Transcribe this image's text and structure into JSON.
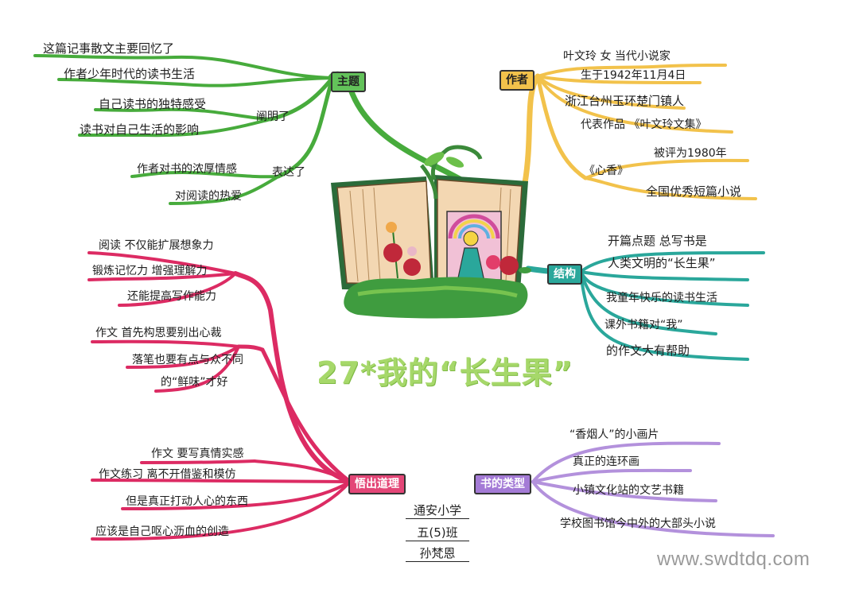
{
  "title": "27*我的“长生果”",
  "colors": {
    "theme_branch": "#47ab3c",
    "author_branch": "#f2c24b",
    "structure_branch": "#2aa79b",
    "lesson_branch": "#dc2b63",
    "booktype_branch": "#b391dc",
    "title_color": "#a6d86a"
  },
  "hubs": {
    "theme": "主题",
    "author": "作者",
    "structure": "结构",
    "lesson": "悟出道理",
    "book_types": "书的类型"
  },
  "theme": {
    "items": [
      "这篇记事散文主要回忆了",
      "作者少年时代的读书生活"
    ],
    "clarified_label": "阐明了",
    "clarified": [
      "自己读书的独特感受",
      "读书对自己生活的影响"
    ],
    "expressed_label": "表达了",
    "expressed": [
      "作者对书的浓厚情感",
      "对阅读的热爱"
    ]
  },
  "author": {
    "items": [
      "叶文玲 女 当代小说家",
      "生于1942年11月4日",
      "浙江台州玉环楚门镇人",
      "代表作品 《叶文玲文集》"
    ],
    "work_label": "《心香》",
    "work_details": [
      "被评为1980年",
      "全国优秀短篇小说"
    ]
  },
  "structure": {
    "items": [
      "开篇点题 总写书是",
      "人类文明的“长生果”",
      "我童年快乐的读书生活",
      "课外书籍对“我”",
      "的作文大有帮助"
    ]
  },
  "lesson": {
    "group1": [
      "阅读 不仅能扩展想象力",
      "锻炼记忆力 增强理解力",
      "还能提高写作能力"
    ],
    "group2": [
      "作文 首先构思要别出心裁",
      "落笔也要有点与众不同",
      "的“鲜味”才好"
    ],
    "group3": [
      "作文 要写真情实感",
      "作文练习 离不开借鉴和模仿",
      "但是真正打动人心的东西",
      "应该是自己呕心沥血的创造"
    ]
  },
  "book_types": {
    "items": [
      "“香烟人”的小画片",
      "真正的连环画",
      "小镇文化站的文艺书籍",
      "学校图书馆今中外的大部头小说"
    ]
  },
  "credits": [
    "通安小学",
    "五(5)班",
    "孙梵恩"
  ],
  "watermark": "www.swdtdq.com"
}
